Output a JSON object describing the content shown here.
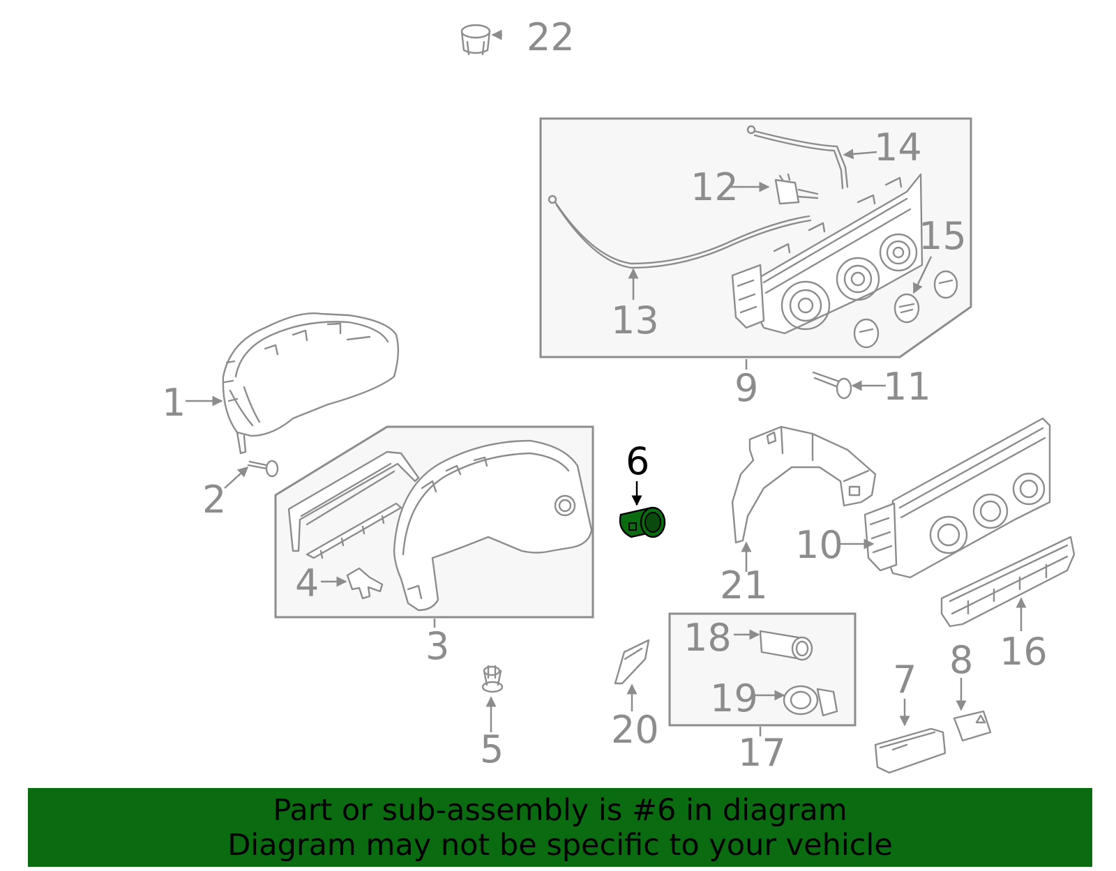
{
  "callouts": {
    "c1": "1",
    "c2": "2",
    "c3": "3",
    "c4": "4",
    "c5": "5",
    "c6": "6",
    "c7": "7",
    "c8": "8",
    "c9": "9",
    "c10": "10",
    "c11": "11",
    "c12": "12",
    "c13": "13",
    "c14": "14",
    "c15": "15",
    "c16": "16",
    "c17": "17",
    "c18": "18",
    "c19": "19",
    "c20": "20",
    "c21": "21",
    "c22": "22"
  },
  "highlighted_part": "6",
  "colors": {
    "line": "#8c8c8c",
    "highlight": "#0a6b11",
    "banner": "#0a6b11",
    "box_fill": "#f7f7f7"
  },
  "banner": {
    "line1": "Part or sub-assembly is #6 in diagram",
    "line2": "Diagram may not be specific to your vehicle"
  }
}
